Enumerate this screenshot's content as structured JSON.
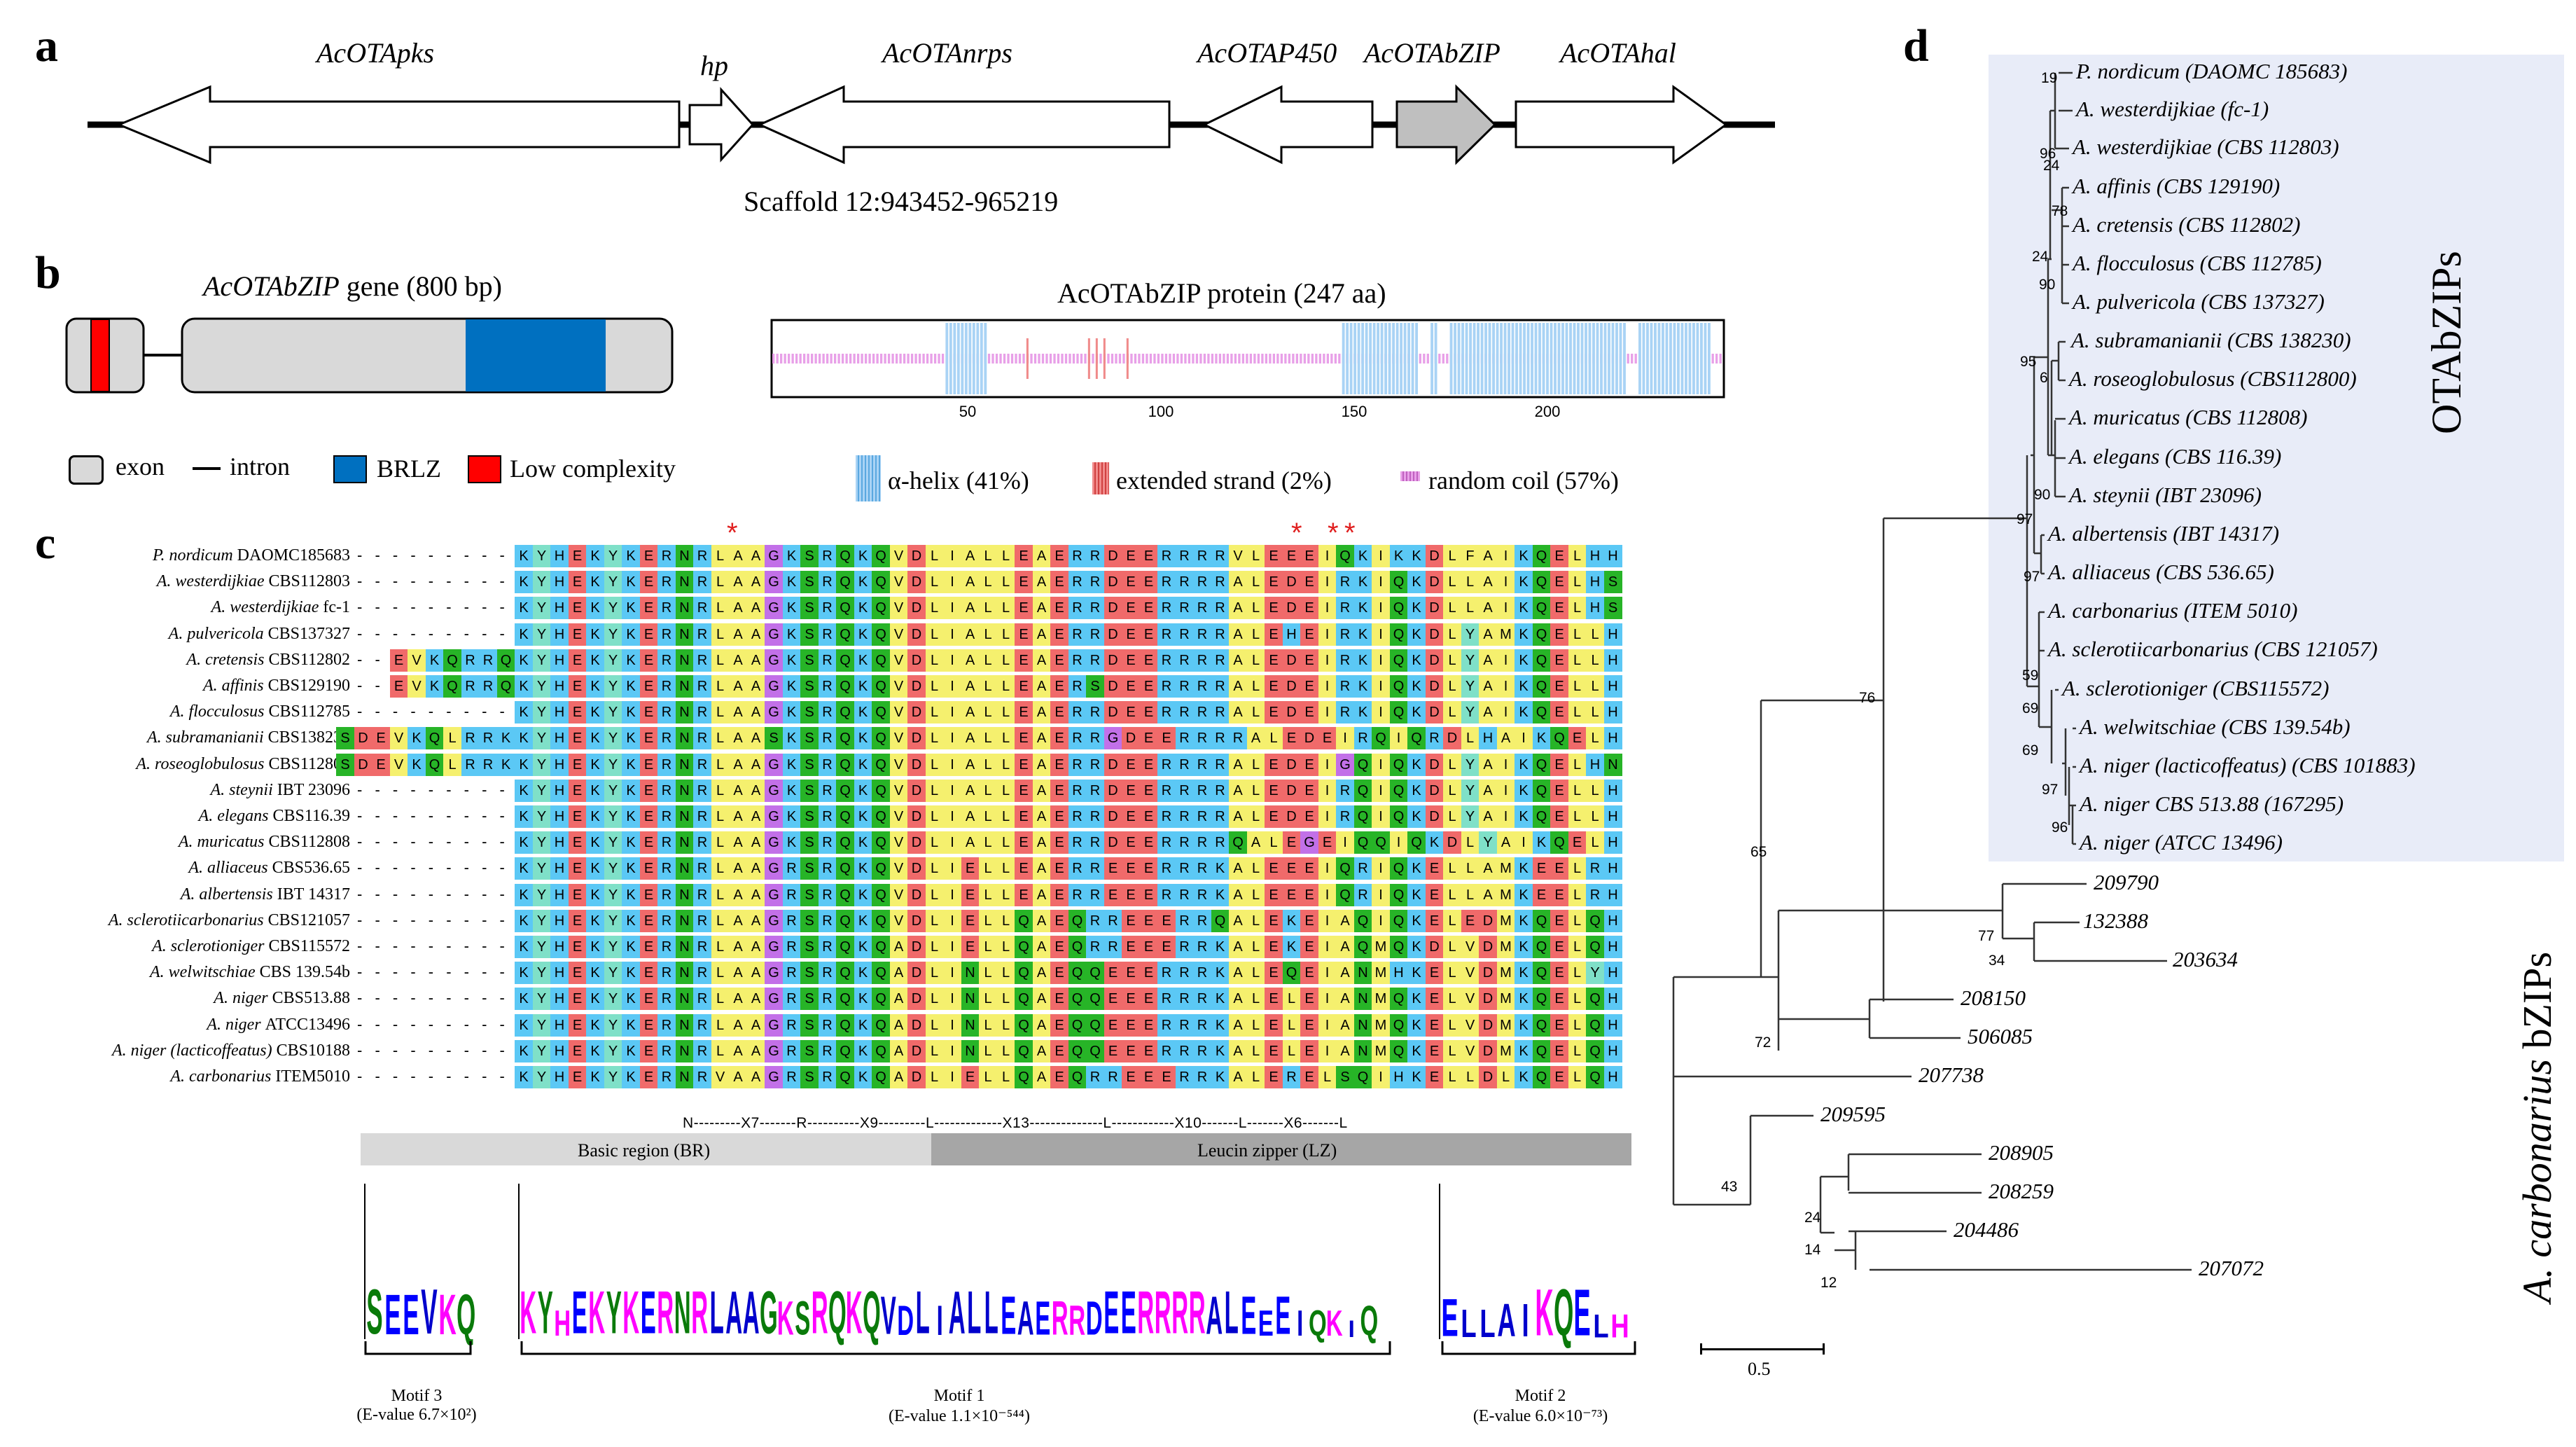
{
  "panels": {
    "a": "a",
    "b": "b",
    "c": "c",
    "d": "d"
  },
  "panel_a": {
    "genes": [
      "AcOTApks",
      "hp",
      "AcOTAnrps",
      "AcOTAP450",
      "AcOTAbZIP",
      "AcOTAhal"
    ],
    "scaffold": "Scaffold 12:943452-965219"
  },
  "panel_b": {
    "gene_title_italic": "AcOTAbZIP",
    "gene_title_rest": " gene (800 bp)",
    "protein_title": "AcOTAbZIP protein (247 aa)",
    "protein_ticks": [
      "50",
      "100",
      "150",
      "200"
    ],
    "legend": {
      "exon": "exon",
      "intron": "intron",
      "brlz": "BRLZ",
      "low": "Low complexity"
    },
    "protein_legend": {
      "helix": "α-helix (41%)",
      "strand": "extended strand (2%)",
      "coil": "random coil (57%)"
    },
    "colors": {
      "exon": "#d9d9d9",
      "brlz": "#0070c0",
      "low": "#ff0000",
      "helix": "#a9d3f5",
      "strand": "#f08a8a",
      "coil": "#e8a0e8"
    }
  },
  "panel_c": {
    "species": [
      {
        "name": "P. nordicum",
        "strain": "DAOMC185683",
        "prefix": "",
        "seq": "KYHEKYKERNRLAAGKSRQKQVDLIALLEAERRDEERRRRVLEEEIQKIKKDLFAIKQELHH"
      },
      {
        "name": "A. westerdijkiae",
        "strain": "CBS112803",
        "prefix": "",
        "seq": "KYHEKYKERNRLAAGKSRQKQVDLIALLEAERRDEERRRRALEDEIRKIQKDLLAIKQELHS"
      },
      {
        "name": "A. westerdijkiae",
        "strain": "fc-1",
        "prefix": "",
        "seq": "KYHEKYKERNRLAAGKSRQKQVDLIALLEAERRDEERRRRALEDEIRKIQKDLLAIKQELHS"
      },
      {
        "name": "A. pulvericola",
        "strain": "CBS137327",
        "prefix": "",
        "seq": "KYHEKYKERNRLAAGKSRQKQVDLIALLEAERRDEERRRRALEHEIRKIQKDLYAMKQELLH"
      },
      {
        "name": "A. cretensis",
        "strain": "CBS112802",
        "prefix": "EVKQRRQ",
        "seq": "KYHEKYKERNRLAAGKSRQKQVDLIALLEAERRDEERRRRALEDEIRKIQKDLYAIKQELLH"
      },
      {
        "name": "A. affinis",
        "strain": "CBS129190",
        "prefix": "EVKQRRQ",
        "seq": "KYHEKYKERNRLAAGKSRQKQVDLIALLEAERSDEERRRRALEDEIRKIQKDLYAIKQELLH"
      },
      {
        "name": "A. flocculosus",
        "strain": "CBS112785",
        "prefix": "",
        "seq": "KYHEKYKERNRLAAGKSRQKQVDLIALLEAERRDEERRRRALEDEIRKIQKDLYAIKQELLH"
      },
      {
        "name": "A. subramanianii",
        "strain": "CBS138230",
        "prefix": "SDEVKQLRRK",
        "seq": "KYHEKYKERNRLAASKSRQKQVDLIALLEAERRGDEERRRRALEDEIRQIQRDLHAIKQELHN"
      },
      {
        "name": "A. roseoglobulosus",
        "strain": "CBS112800",
        "prefix": "SDEVKQLRRK",
        "seq": "KYHEKYKERNRLAAGKSRQKQVDLIALLEAERRDEERRRRALEDEIGQIQKDLYAIKQELHN"
      },
      {
        "name": "A. steynii",
        "strain": "IBT 23096",
        "prefix": "",
        "seq": "KYHEKYKERNRLAAGKSRQKQVDLIALLEAERRDEERRRRALEDEIRQIQKDLYAIKQELLH"
      },
      {
        "name": "A. elegans",
        "strain": "CBS116.39",
        "prefix": "",
        "seq": "KYHEKYKERNRLAAGKSRQKQVDLIALLEAERRDEERRRRALEDEIRQIQKDLYAIKQELLH"
      },
      {
        "name": "A. muricatus",
        "strain": "CBS112808",
        "prefix": "",
        "seq": "KYHEKYKERNRLAAGKSRQKQVDLIALLEAERRDEERRRRQALEGEIQQIQKDLYAIKQELHS"
      },
      {
        "name": "A. alliaceus",
        "strain": "CBS536.65",
        "prefix": "",
        "seq": "KYHEKYKERNRLAAGRSRQKQVDLIELLEAERREEERRRKALEEEIQRIQKELLAMKEELRH"
      },
      {
        "name": "A. albertensis",
        "strain": "IBT 14317",
        "prefix": "",
        "seq": "KYHEKYKERNRLAAGRSRQKQVDLIELLEAERREEERRRKALEEEIQRIQKELLAMKEELRH"
      },
      {
        "name": "A. sclerotiicarbonarius",
        "strain": "CBS121057",
        "prefix": "",
        "seq": "KYHEKYKERNRLAAGRSRQKQVDLIELLQAEQRREEERRQALEKEIAQIQKELEDMKQELQH"
      },
      {
        "name": "A. sclerotioniger",
        "strain": "CBS115572",
        "prefix": "",
        "seq": "KYHEKYKERNRLAAGRSRQKQADLIELLQAEQRREEERRKALEKEIAQMQKDLVDMKQELQH"
      },
      {
        "name": "A. welwitschiae",
        "strain": "CBS 139.54b",
        "prefix": "",
        "seq": "KYHEKYKERNRLAAGRSRQKQADLINLLQAEQQEEERRRKALEQEIANMHKELVDMKQELYH"
      },
      {
        "name": "A. niger",
        "strain": "CBS513.88",
        "prefix": "",
        "seq": "KYHEKYKERNRLAAGRSRQKQADLINLLQAEQQEEERRRKALELEIANMQKELVDMKQELQH"
      },
      {
        "name": "A. niger",
        "strain": "ATCC13496",
        "prefix": "",
        "seq": "KYHEKYKERNRLAAGRSRQKQADLINLLQAEQQEEERRRKALELEIANMQKELVDMKQELQH"
      },
      {
        "name": "A. niger (lacticoffeatus)",
        "strain": "CBS10188",
        "prefix": "",
        "seq": "KYHEKYKERNRLAAGRSRQKQADLINLLQAEQQEEERRRKALELEIANMQKELVDMKQELQH"
      },
      {
        "name": "A. carbonarius",
        "strain": "ITEM5010",
        "prefix": "",
        "seq": "KYHEKYKERNRVAAGRSRQKQADLIELLQAEQRREEERRKALERELSQIHKELLDLKQELQH"
      }
    ],
    "consensus_line": "N---------X7-------R----------X9---------L-------------X13--------------L------------X10-------L-------X6-------L",
    "region_br": "Basic region (BR)",
    "region_lz": "Leucin zipper (LZ)",
    "logo_motif3": "SEEVKQ",
    "logo_motif1": "KYHEKYKERNRLAAGKSRQKQVDLIALLEAERRDEERRRRALEEEIQKIQ",
    "logo_motif2": "ELLAIKQELH",
    "motifs": [
      {
        "name": "Motif 3",
        "evalue": "(E-value 6.7×10²)"
      },
      {
        "name": "Motif 1",
        "evalue": "(E-value 1.1×10⁻⁵⁴⁴)"
      },
      {
        "name": "Motif 2",
        "evalue": "(E-value 6.0×10⁻⁷³)"
      }
    ],
    "aa_colors": {
      "K": "#5bc8f5",
      "R": "#5bc8f5",
      "H": "#5bc8f5",
      "Y": "#7fe0c8",
      "E": "#f06a6a",
      "D": "#f06a6a",
      "N": "#27b427",
      "Q": "#27b427",
      "S": "#27b427",
      "T": "#27b427",
      "L": "#f5f06e",
      "I": "#f5f06e",
      "V": "#f5f06e",
      "A": "#f5f06e",
      "M": "#f5f06e",
      "F": "#f5f06e",
      "G": "#c270e8",
      "P": "#f5c040"
    }
  },
  "panel_d": {
    "otabzip_label": "OTAbZIPs",
    "carbonarius_label_italic": "A. carbonarius",
    "carbonarius_label_rest": " bZIPs",
    "scale": "0.5",
    "leaves": [
      "P. nordicum (DAOMC 185683)",
      "A. westerdijkiae (fc-1)",
      "A. westerdijkiae (CBS 112803)",
      "A. affinis (CBS 129190)",
      "A. cretensis (CBS 112802)",
      "A. flocculosus (CBS 112785)",
      "A. pulvericola (CBS 137327)",
      "A. subramanianii (CBS 138230)",
      "A. roseoglobulosus (CBS112800)",
      "A. muricatus (CBS 112808)",
      "A. elegans (CBS 116.39)",
      "A. steynii (IBT 23096)",
      "A. albertensis (IBT 14317)",
      "A. alliaceus (CBS 536.65)",
      "A. carbonarius (ITEM 5010)",
      "A. sclerotiicarbonarius (CBS 121057)",
      "A. sclerotioniger (CBS115572)",
      "A. welwitschiae (CBS 139.54b)",
      "A. niger (lacticoffeatus) (CBS 101883)",
      "A. niger CBS 513.88 (167295)",
      "A. niger (ATCC 13496)",
      "209790",
      "132388",
      "203634",
      "208150",
      "506085",
      "207738",
      "209595",
      "208905",
      "208259",
      "204486",
      "207072"
    ],
    "bootstrap": [
      "19",
      "96",
      "24",
      "78",
      "24",
      "90",
      "95",
      "6",
      "97",
      "90",
      "97",
      "59",
      "69",
      "69",
      "97",
      "96",
      "76",
      "77",
      "34",
      "65",
      "72",
      "43",
      "24",
      "14",
      "12"
    ]
  }
}
